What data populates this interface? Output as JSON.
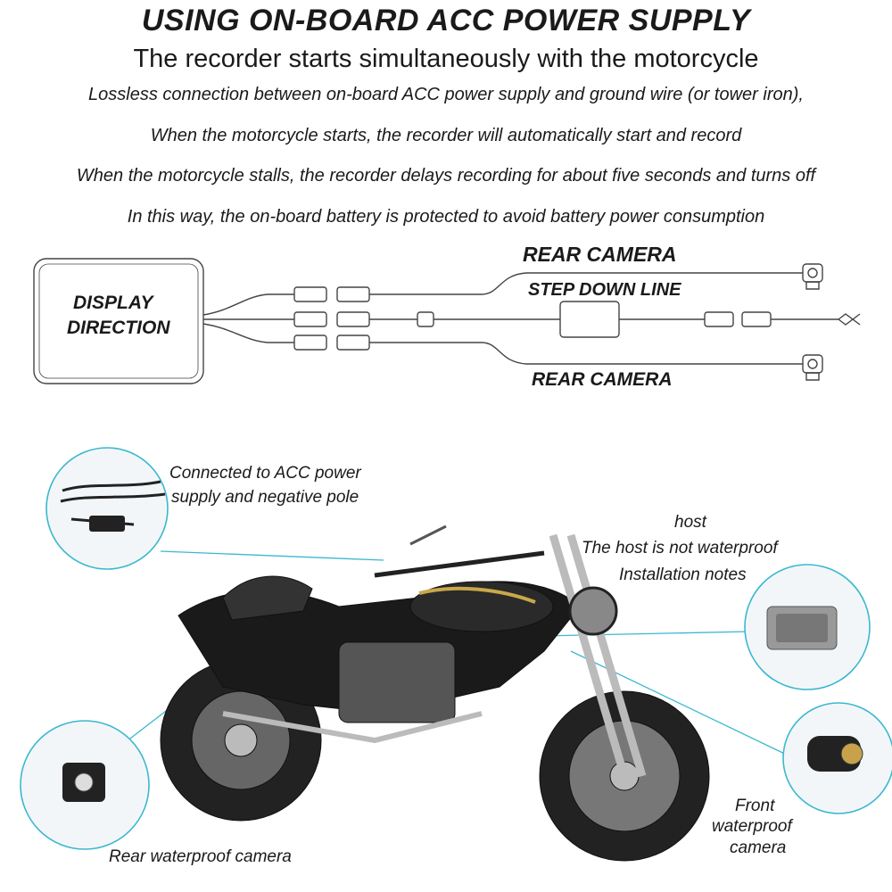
{
  "header": {
    "title": "USING ON-BOARD ACC POWER SUPPLY",
    "subtitle": "The recorder starts simultaneously with the motorcycle",
    "lines": [
      "Lossless connection between on-board ACC power supply and ground wire (or tower iron),",
      "When the motorcycle starts, the recorder will automatically start and record",
      "When the motorcycle stalls, the recorder delays recording for about five seconds and turns off",
      "In this way, the on-board battery is protected to avoid battery power consumption"
    ]
  },
  "diagram": {
    "display_label_1": "DISPLAY",
    "display_label_2": "DIRECTION",
    "rear_camera_top": "REAR CAMERA",
    "step_down_line": "STEP DOWN LINE",
    "rear_camera_bottom": "REAR CAMERA"
  },
  "callouts": {
    "acc_1": "Connected to ACC power",
    "acc_2": "supply and negative pole",
    "host_1": "host",
    "host_2": "The host is not waterproof",
    "host_3": "Installation notes",
    "front_1": "Front",
    "front_2": "waterproof",
    "front_3": "camera",
    "rear": "Rear waterproof camera"
  },
  "colors": {
    "callout_line": "#3ab8d0",
    "text": "#1a1a1a"
  }
}
